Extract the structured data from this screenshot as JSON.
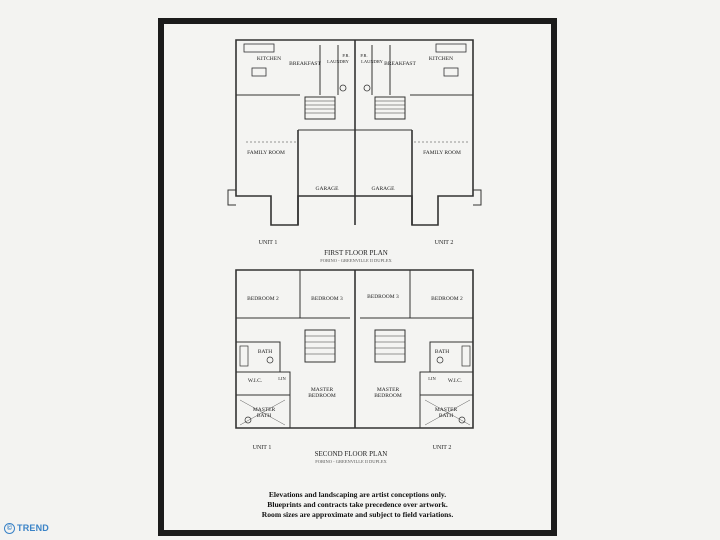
{
  "first_floor": {
    "title": "FIRST FLOOR PLAN",
    "subtitle": "FORINO - GREENVILLE II DUPLEX",
    "unit_left": "UNIT 1",
    "unit_right": "UNIT 2",
    "rooms": {
      "kitchen": "KITCHEN",
      "breakfast": "BREAKFAST",
      "laundry": "LAUNDRY",
      "pr": "P.R.",
      "family_room": "FAMILY ROOM",
      "garage": "GARAGE"
    }
  },
  "second_floor": {
    "title": "SECOND FLOOR PLAN",
    "subtitle": "FORINO - GREENVILLE II DUPLEX",
    "unit_left": "UNIT 1",
    "unit_right": "UNIT 2",
    "rooms": {
      "bedroom_2": "BEDROOM 2",
      "bedroom_3": "BEDROOM 3",
      "bath": "BATH",
      "wic": "W.I.C.",
      "lin": "LIN",
      "master_bedroom": "MASTER",
      "master_bedroom_2": "BEDROOM",
      "master_bath": "MASTER",
      "master_bath_2": "BATH"
    }
  },
  "disclaimer": [
    "Elevations and landscaping are artist conceptions only.",
    "Blueprints and contracts take precedence over artwork.",
    "Room sizes are approximate and subject to field variations."
  ],
  "watermark": {
    "symbol": "©",
    "text": "TREND"
  }
}
